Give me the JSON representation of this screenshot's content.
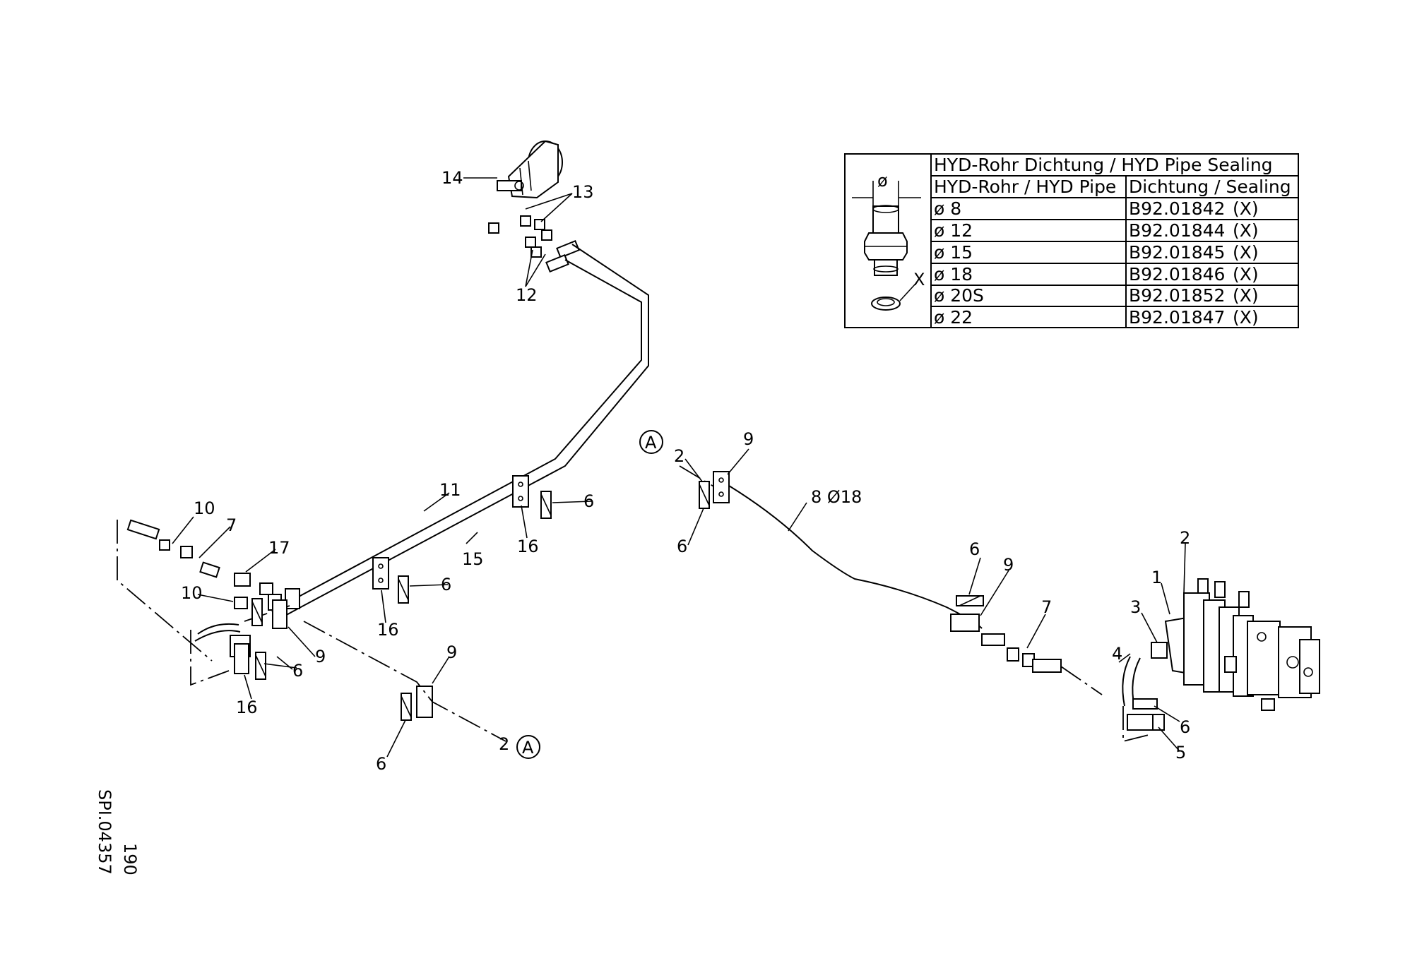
{
  "sealing_table": {
    "title": "HYD-Rohr Dichtung / HYD Pipe Sealing",
    "col_pipe": "HYD-Rohr / HYD Pipe",
    "col_sealing": "Dichtung / Sealing",
    "diameter_symbol": "ø",
    "seal_marker": "X",
    "rows": [
      {
        "pipe": "ø 8",
        "part": "B92.01842",
        "mark": "(X)"
      },
      {
        "pipe": "ø 12",
        "part": "B92.01844",
        "mark": "(X)"
      },
      {
        "pipe": "ø 15",
        "part": "B92.01845",
        "mark": "(X)"
      },
      {
        "pipe": "ø 18",
        "part": "B92.01846",
        "mark": "(X)"
      },
      {
        "pipe": "ø 20S",
        "part": "B92.01852",
        "mark": "(X)"
      },
      {
        "pipe": "ø 22",
        "part": "B92.01847",
        "mark": "(X)"
      }
    ]
  },
  "callouts": {
    "c14": "14",
    "c13": "13",
    "c12": "12",
    "c10a": "10",
    "c7a": "7",
    "c17": "17",
    "c10b": "10",
    "c11": "11",
    "c15": "15",
    "c6a": "6",
    "c16a": "16",
    "c6b": "6",
    "c16b": "16",
    "c9a": "9",
    "c6c": "6",
    "c16c": "16",
    "c9b": "9",
    "c6d": "6",
    "c2a": "2",
    "c2b": "2",
    "c9c": "9",
    "c6e": "6",
    "c8": "8 Ø18",
    "c6f": "6",
    "c9d": "9",
    "c7b": "7",
    "c4": "4",
    "c2c": "2",
    "c1": "1",
    "c3": "3",
    "c6g": "6",
    "c5": "5"
  },
  "section_marker": {
    "a1": "A",
    "a2": "A"
  },
  "drawing_ref": {
    "code": "SPI.04357",
    "page": "190"
  }
}
